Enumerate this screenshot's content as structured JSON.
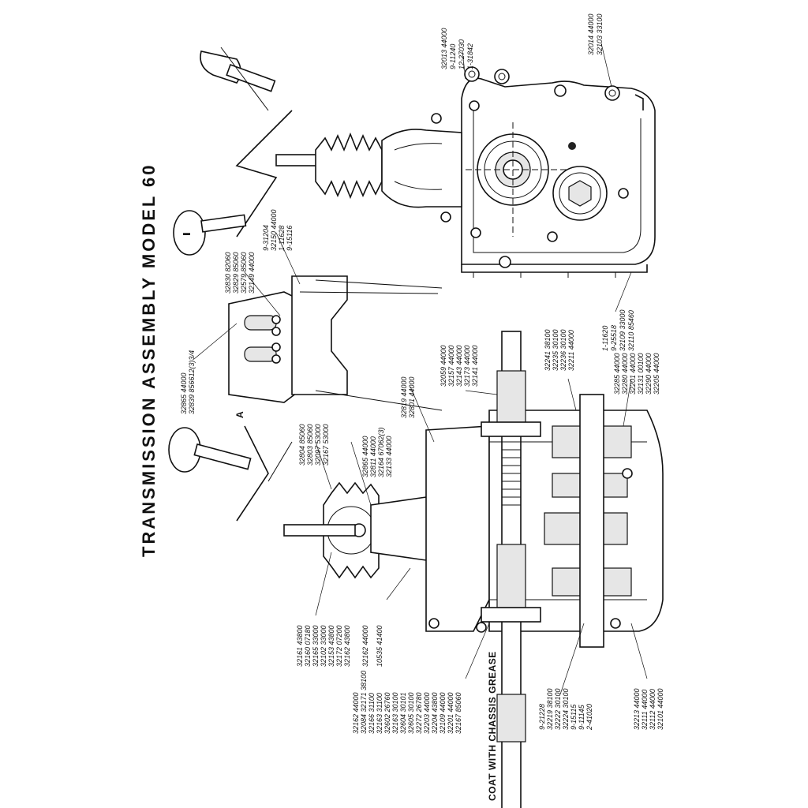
{
  "title": "TRANSMISSION ASSEMBLY MODEL 60",
  "note": "COAT WITH CHASSIS GREASE",
  "view_label": "A",
  "part_groups": {
    "top_right_upper": [
      "32013 44000",
      "9-11240",
      "12-27030",
      "1-31842"
    ],
    "top_right_lower": [
      "32014 44000",
      "32103 33100"
    ],
    "right_bottom": [
      "1-11620",
      "9-25518",
      "32109 33000",
      "32110 85460"
    ],
    "center_top_left": [
      "32830 82060",
      "32829 85060",
      "32579 85060",
      "32149 44000"
    ],
    "center_top_right": [
      "9-31204",
      "32150 44000",
      "1-11628",
      "9-15116"
    ],
    "lever_left": [
      "32865 44000",
      "32839 856612(3)3/4"
    ],
    "fork_lower": [
      "32804 85060",
      "32803 85060",
      "32097 53000",
      "32167 53000"
    ],
    "sprocket_group": [
      "32865 44000",
      "32811 44000",
      "32164 67062(3)",
      "32133 44000"
    ],
    "mid_pair": [
      "32819 44000",
      "32801 44000"
    ],
    "shaft_top": [
      "32059 44000",
      "32157 44000",
      "32143 44000",
      "32173 44000",
      "32141 44000"
    ],
    "shaft_right": [
      "32241 38100",
      "32235 30100",
      "32236 30100",
      "32211 44000"
    ],
    "bearing_right": [
      "32285 44000",
      "32280 44000",
      "32201 44000",
      "32131 00100",
      "32290 44000",
      "32205 44000"
    ],
    "left_column": [
      "32161 43800",
      "32160 07180",
      "32165 33000",
      "32102 33000",
      "32153 43800",
      "32172 07200",
      "32162 43800"
    ],
    "left_single": [
      "32162 44000",
      "10535 41400"
    ],
    "bottom_left": [
      "32162 44000",
      "32084 32171 38100",
      "32166 31100",
      "32163 31100",
      "32602 26760",
      "32163 30100",
      "32604 30101",
      "32605 30100",
      "32272 26780",
      "32203 44000",
      "32204 43800",
      "32109 44000",
      "32201 44000",
      "32167 85060"
    ],
    "bottom_mid": [
      "9-21228",
      "32219 38100",
      "32222 30100",
      "32224 30100",
      "9-15115",
      "9-11145",
      "2-41020"
    ],
    "bottom_right": [
      "32213 44000",
      "32111 44000",
      "32112 44000",
      "32101 44000"
    ]
  },
  "colors": {
    "ink": "#111111",
    "paper": "#ffffff"
  }
}
